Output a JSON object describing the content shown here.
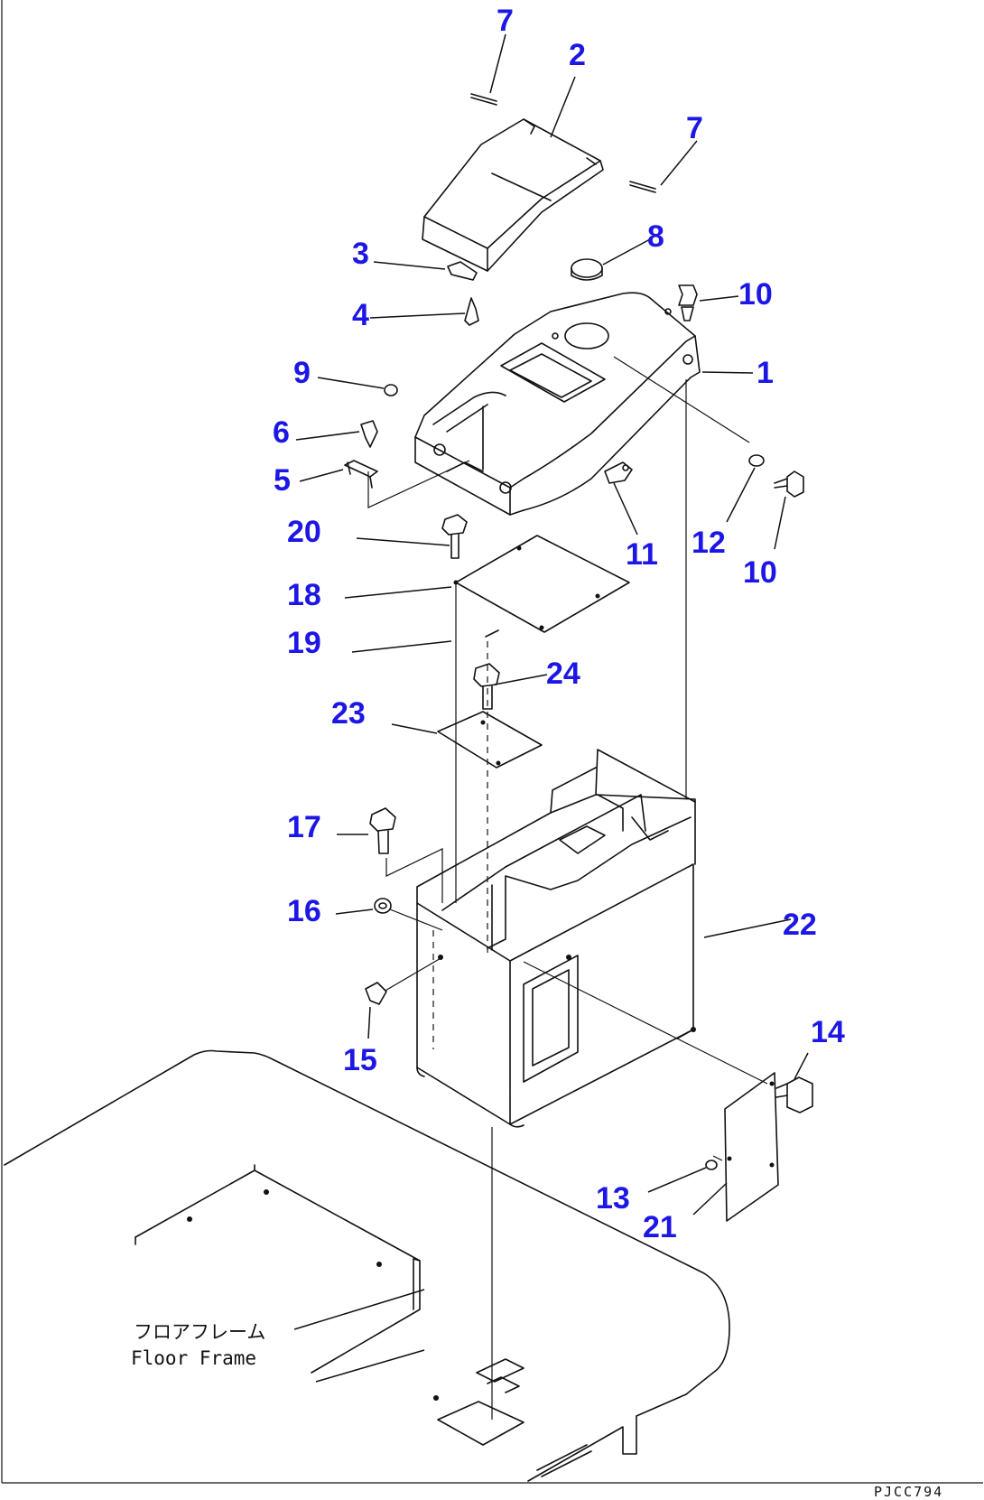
{
  "callouts": [
    {
      "id": "1",
      "label": "1"
    },
    {
      "id": "2",
      "label": "2"
    },
    {
      "id": "3",
      "label": "3"
    },
    {
      "id": "4",
      "label": "4"
    },
    {
      "id": "5",
      "label": "5"
    },
    {
      "id": "6",
      "label": "6"
    },
    {
      "id": "7a",
      "label": "7"
    },
    {
      "id": "7b",
      "label": "7"
    },
    {
      "id": "8",
      "label": "8"
    },
    {
      "id": "9",
      "label": "9"
    },
    {
      "id": "10a",
      "label": "10"
    },
    {
      "id": "10b",
      "label": "10"
    },
    {
      "id": "11",
      "label": "11"
    },
    {
      "id": "12",
      "label": "12"
    },
    {
      "id": "13",
      "label": "13"
    },
    {
      "id": "14",
      "label": "14"
    },
    {
      "id": "15",
      "label": "15"
    },
    {
      "id": "16",
      "label": "16"
    },
    {
      "id": "17",
      "label": "17"
    },
    {
      "id": "18",
      "label": "18"
    },
    {
      "id": "19",
      "label": "19"
    },
    {
      "id": "20",
      "label": "20"
    },
    {
      "id": "21",
      "label": "21"
    },
    {
      "id": "22",
      "label": "22"
    },
    {
      "id": "23",
      "label": "23"
    },
    {
      "id": "24",
      "label": "24"
    }
  ],
  "floor_frame": {
    "jp": "フロアフレーム",
    "en": "Floor Frame"
  },
  "drawing_code": "PJCC794",
  "colors": {
    "callout": "#1c16e6",
    "line": "#111111"
  }
}
